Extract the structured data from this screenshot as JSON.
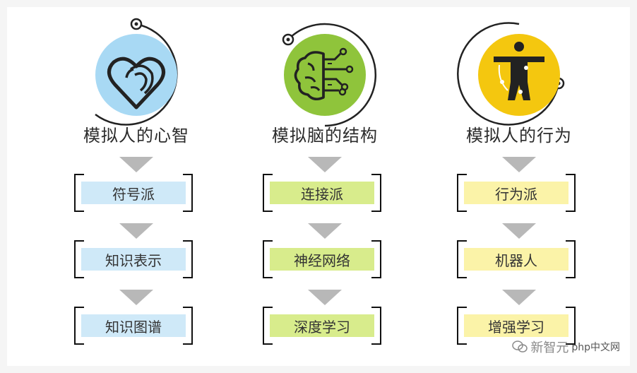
{
  "columns": [
    {
      "icon": "heart-fingerprint-icon",
      "accent": "#a8d9f4",
      "heading": "模拟人的心智",
      "items": [
        "符号派",
        "知识表示",
        "知识图谱"
      ]
    },
    {
      "icon": "brain-circuit-icon",
      "accent": "#8fc43b",
      "heading": "模拟脑的结构",
      "items": [
        "连接派",
        "神经网络",
        "深度学习"
      ]
    },
    {
      "icon": "human-figure-icon",
      "accent": "#f4c70f",
      "heading": "模拟人的行为",
      "items": [
        "行为派",
        "机器人",
        "增强学习"
      ]
    }
  ],
  "watermark": {
    "brand": "新智元",
    "site": "php中文网"
  }
}
